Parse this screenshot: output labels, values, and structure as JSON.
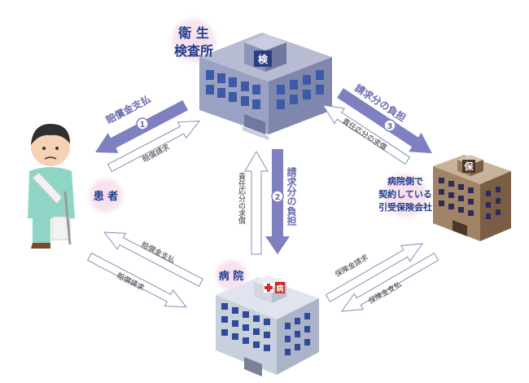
{
  "nodes": {
    "health_center": {
      "line1": "衛 生",
      "line2": "検査所",
      "sign": "検"
    },
    "patient": {
      "label": "患 者"
    },
    "hospital": {
      "label": "病 院",
      "sign": "病"
    },
    "insurer": {
      "label_line1": "病院側で",
      "label_line2": "契約している",
      "label_line3": "引受保険会社",
      "sign": "保"
    }
  },
  "flows": {
    "f1": {
      "number": "1",
      "label": "賠償金支払",
      "counter": "賠償請求"
    },
    "f2": {
      "number": "2",
      "label": "請求分の負担",
      "counter": "責任応分の求償"
    },
    "f3": {
      "number": "3",
      "label": "請求分の負担",
      "counter": "責任応分の求償"
    },
    "hp_top": "賠償金支払",
    "hp_bottom": "賠償請求",
    "hi_top": "保険金請求",
    "hi_bottom": "保険金支払"
  },
  "colors": {
    "main_arrow": "#7f80c2",
    "outline_arrow": "#8a8ab8",
    "bubble": "#f6e2ee",
    "navy": "#1f3c8c"
  }
}
